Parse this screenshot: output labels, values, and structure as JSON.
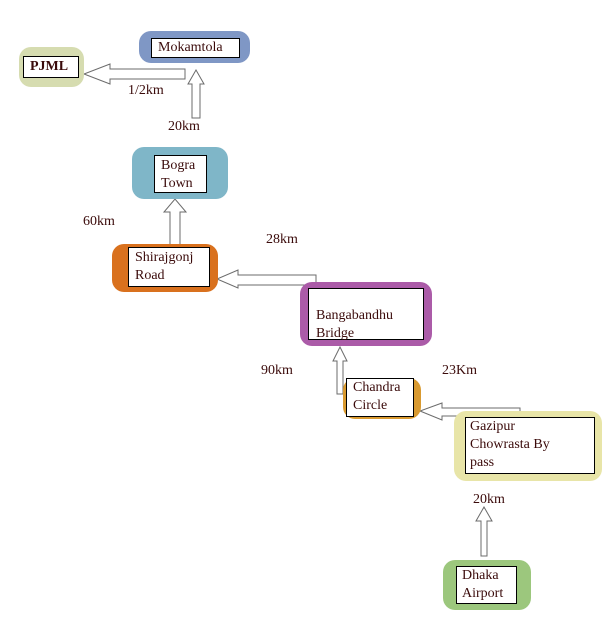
{
  "diagram": {
    "title": "",
    "nodes": [
      {
        "id": "pjml",
        "label": "PJML",
        "color": "#d6dcb0",
        "bold": true
      },
      {
        "id": "mokamtola",
        "label": "Mokamtola",
        "color": "#7f97c5"
      },
      {
        "id": "bogra_town",
        "label": "Bogra\nTown",
        "color": "#7fb6c8"
      },
      {
        "id": "shirajgonj_road",
        "label": "Shirajgonj\nRoad",
        "color": "#d9711e"
      },
      {
        "id": "bangabandhu_bridge",
        "label": "\nBangabandhu\nBridge",
        "color": "#ab5ba8"
      },
      {
        "id": "chandra_circle",
        "label": "Chandra\nCircle",
        "color": "#d99a30"
      },
      {
        "id": "gazipur_chowrasta",
        "label": " Gazipur\nChowrasta By\npass",
        "color": "#e8e5a8"
      },
      {
        "id": "dhaka_airport",
        "label": "Dhaka\nAirport",
        "color": "#9cc77d"
      }
    ],
    "edges": [
      {
        "from": "dhaka_airport",
        "to": "gazipur_chowrasta",
        "distance": "20km"
      },
      {
        "from": "gazipur_chowrasta",
        "to": "chandra_circle",
        "distance": "23Km"
      },
      {
        "from": "chandra_circle",
        "to": "bangabandhu_bridge",
        "distance": "90km"
      },
      {
        "from": "bangabandhu_bridge",
        "to": "shirajgonj_road",
        "distance": "28km"
      },
      {
        "from": "shirajgonj_road",
        "to": "bogra_town",
        "distance": "60km"
      },
      {
        "from": "bogra_town",
        "to": "mokamtola",
        "distance": "20km"
      },
      {
        "from": "mokamtola",
        "to": "pjml",
        "distance": "1/2km"
      }
    ]
  }
}
